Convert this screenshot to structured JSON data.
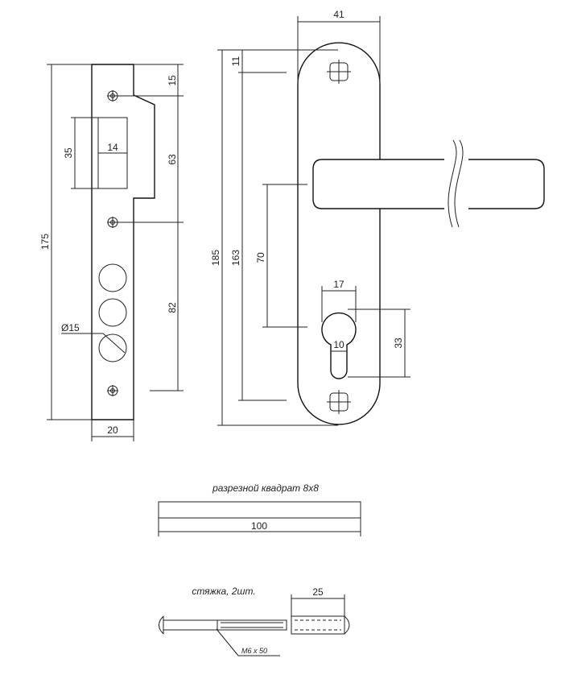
{
  "strike_plate": {
    "dims": {
      "height": "175",
      "top_offset": "15",
      "hole_spacing": "63",
      "cutout_height": "35",
      "cutout_width": "14",
      "lower_spacing": "82",
      "hole_diameter": "Ø15",
      "width": "20"
    }
  },
  "handle_plate": {
    "dims": {
      "width": "41",
      "top_hole": "11",
      "height": "185",
      "screw_spacing": "163",
      "handle_to_cylinder": "70",
      "cylinder_width": "17",
      "cylinder_neck": "10",
      "cylinder_height": "33"
    }
  },
  "spindle": {
    "caption": "разрезной квадрат 8x8",
    "length": "100"
  },
  "bolts": {
    "caption": "стяжка, 2шт.",
    "sleeve_length": "25",
    "thread_label": "M6 x 50"
  }
}
